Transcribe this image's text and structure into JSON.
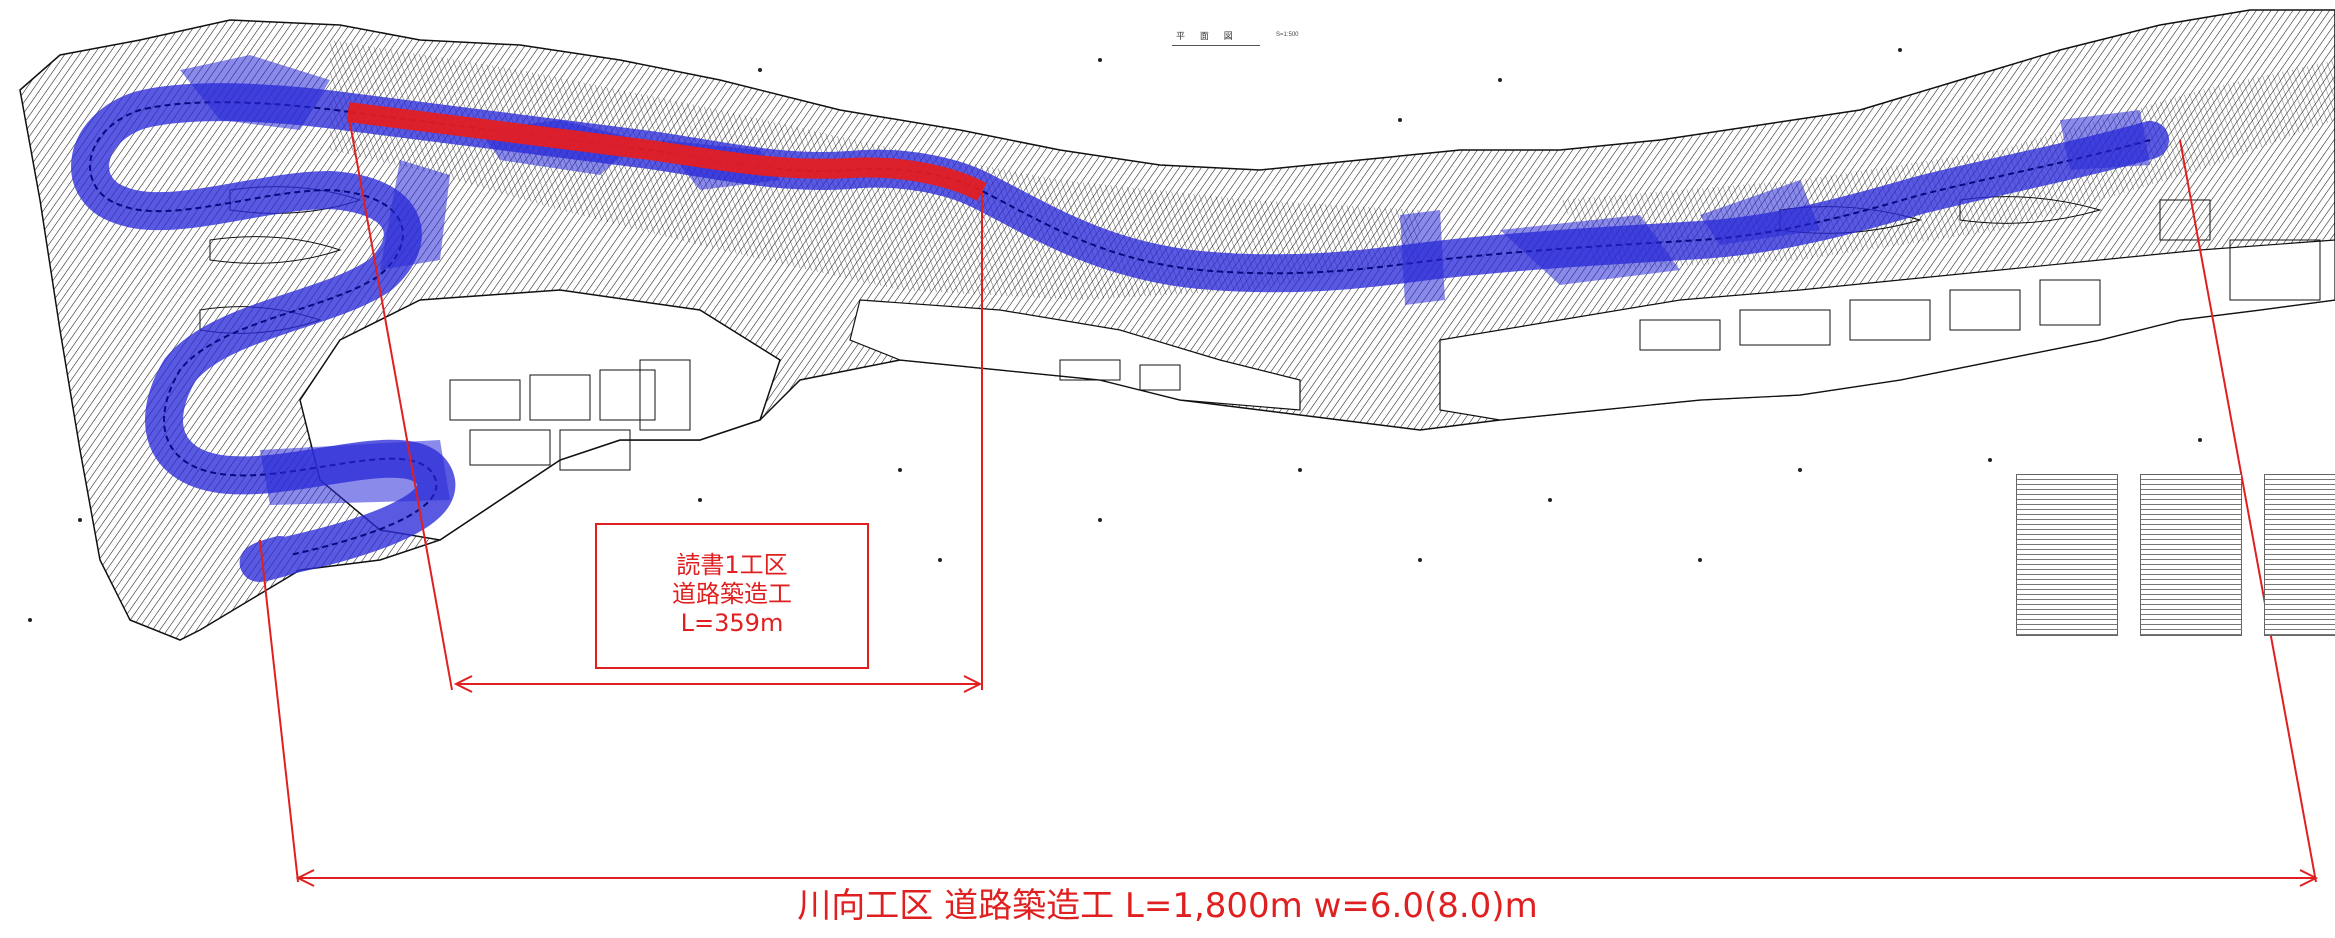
{
  "map": {
    "sheet_title": "平 面 図",
    "sheet_scale": "S=1:500",
    "section1": {
      "name": "読書1工区",
      "work": "道路築造工",
      "length": "L=359m"
    },
    "overall_label": "川向工区 道路築造工 L=1,800m w=6.0(8.0)m",
    "colors": {
      "route_planned": "#2a2ad8",
      "route_section1": "#e81c1c",
      "annotation": "#e02020",
      "contour": "#222222"
    }
  }
}
